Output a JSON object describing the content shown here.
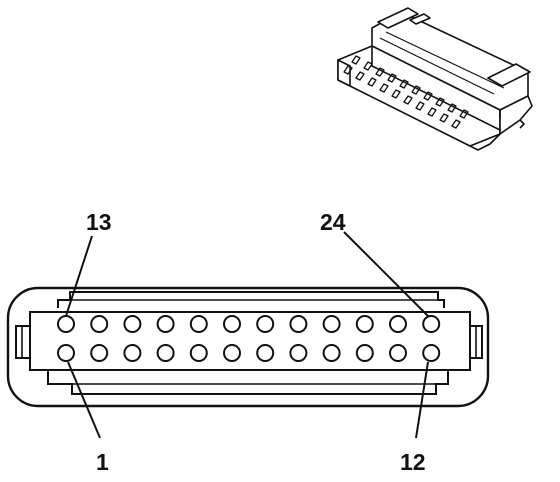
{
  "diagram": {
    "kind": "connector-pinout",
    "row_count": 2,
    "pins_per_row": 12,
    "line_color": "#111111",
    "background": "#ffffff"
  },
  "labels": {
    "top_left": "13",
    "top_right": "24",
    "bottom_left": "1",
    "bottom_right": "12"
  }
}
